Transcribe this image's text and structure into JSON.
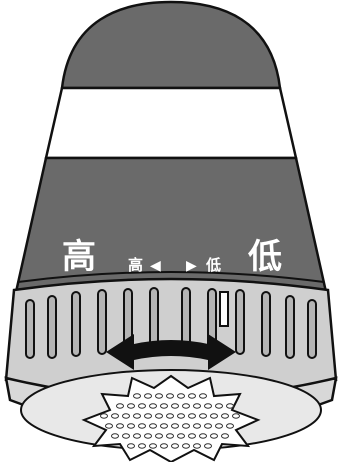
{
  "labels": {
    "big_left": "高",
    "small_left": "高",
    "small_right": "低",
    "big_right": "低"
  },
  "arrows": {
    "left": "◀",
    "right": "▶"
  },
  "colors": {
    "body_dark": "#6a6a6a",
    "body_light": "#ffffff",
    "ring": "#cfcfcf",
    "outline": "#111111",
    "arrow": "#111111"
  },
  "icons": {
    "rotate": "double-arrow-icon",
    "mesh": "mesh-blade-icon"
  }
}
